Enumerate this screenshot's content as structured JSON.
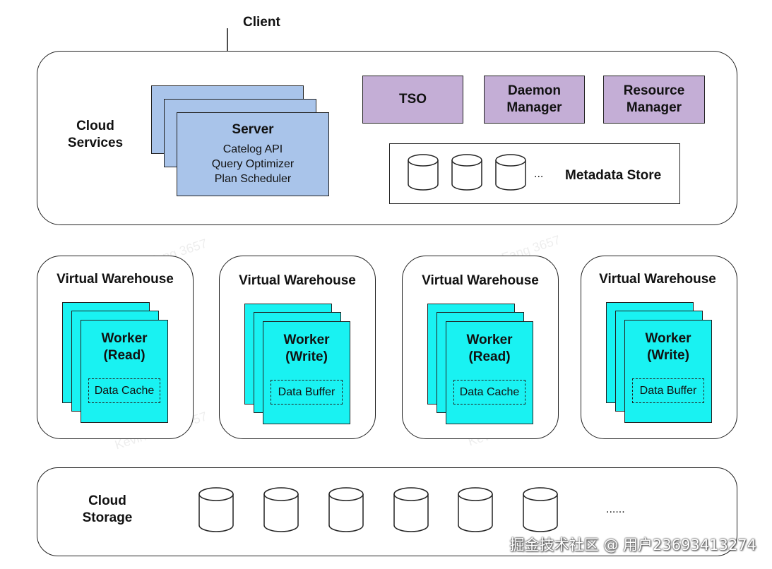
{
  "client": "Client",
  "cloud_services": {
    "label_line1": "Cloud",
    "label_line2": "Services",
    "server": {
      "title": "Server",
      "lines": [
        "Catelog API",
        "Query Optimizer",
        "Plan Scheduler"
      ]
    },
    "tso": "TSO",
    "daemon_manager": [
      "Daemon",
      "Manager"
    ],
    "resource_manager": [
      "Resource",
      "Manager"
    ],
    "metadata_store": {
      "ellipsis": "...",
      "label": "Metadata Store"
    }
  },
  "virtual_warehouses": [
    {
      "title": "Virtual Warehouse",
      "worker_line1": "Worker",
      "worker_line2": "(Read)",
      "component": "Data Cache"
    },
    {
      "title": "Virtual Warehouse",
      "worker_line1": "Worker",
      "worker_line2": "(Write)",
      "component": "Data Buffer"
    },
    {
      "title": "Virtual Warehouse",
      "worker_line1": "Worker",
      "worker_line2": "(Read)",
      "component": "Data Cache"
    },
    {
      "title": "Virtual Warehouse",
      "worker_line1": "Worker",
      "worker_line2": "(Write)",
      "component": "Data Buffer"
    }
  ],
  "cloud_storage": {
    "label_line1": "Cloud",
    "label_line2": "Storage",
    "ellipsis": "......"
  },
  "watermark": "Kevin Fang 3657",
  "footer": "掘金技术社区 @ 用户23693413274",
  "colors": {
    "server": "#a9c4ea",
    "manager": "#c4aed6",
    "worker": "#19f2f2"
  },
  "icons": {
    "database": "database-cylinder-icon",
    "arrow": "arrow-down-icon"
  }
}
